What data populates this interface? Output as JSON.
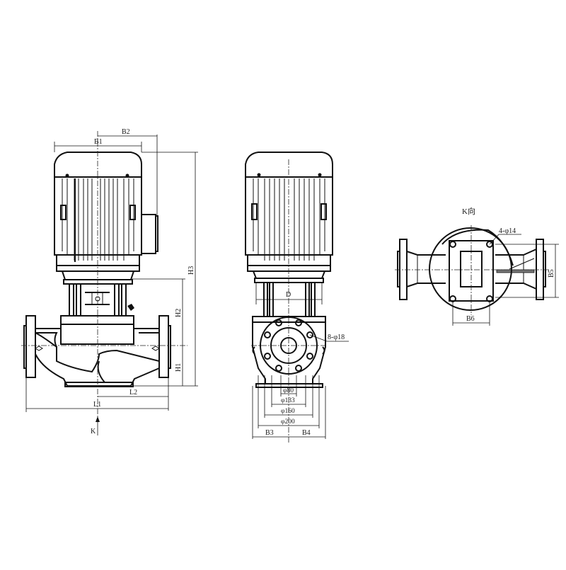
{
  "drawing": {
    "title": "Vertical pipeline pump outline dimension drawing",
    "colors": {
      "line": "#111111",
      "background": "#ffffff"
    }
  },
  "front_view": {
    "labels": {
      "b1": "B1",
      "b2": "B2",
      "h1": "H1",
      "h2": "H2",
      "h3": "H3",
      "l1": "L1",
      "l2": "L2",
      "k_arrow": "K"
    }
  },
  "side_view": {
    "labels": {
      "d": "D",
      "bolt_holes": "8-φ18",
      "phi80": "φ80",
      "phi133": "φ133",
      "phi160": "φ160",
      "phi200": "φ200",
      "b3": "B3",
      "b4": "B4"
    }
  },
  "k_view": {
    "labels": {
      "title": "K向",
      "bolt_holes": "4-φ14",
      "b5": "B5",
      "b6": "B6"
    }
  }
}
